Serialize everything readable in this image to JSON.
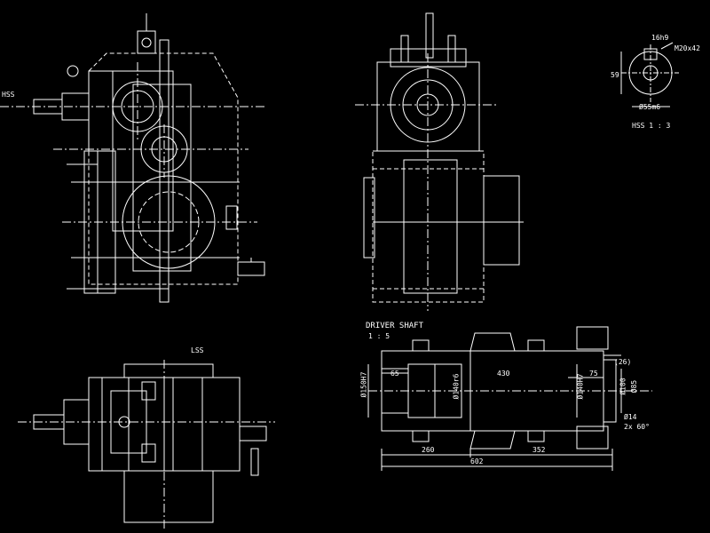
{
  "labels": {
    "hss_side": "HSS",
    "lss": "LSS",
    "detail_title": "HSS  1 : 3",
    "detail_key": "16h9",
    "detail_thread": "M20x42",
    "detail_dim": "59",
    "detail_dia": "Ø55m6",
    "shaft_title": "DRIVER SHAFT",
    "shaft_scale": "1 : 5",
    "dim_65": "65",
    "dim_430": "430",
    "dim_75": "75",
    "dim_26": "(26)",
    "dim_dia_left": "Ø150H7",
    "dim_dia_mid": "Ø140r6",
    "dim_dia_right": "Ø140H7",
    "dim_dia_small": "Ø100",
    "dim_dia_tiny": "Ø85",
    "dim_hole": "Ø14",
    "dim_chamfer": "2x 60°",
    "dim_260": "260",
    "dim_352": "352",
    "dim_602": "602"
  },
  "colors": {
    "line": "#ffffff",
    "background": "#000000"
  }
}
